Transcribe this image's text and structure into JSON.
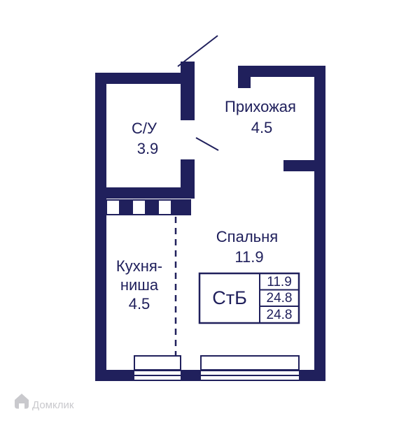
{
  "plan": {
    "rooms": {
      "bathroom": {
        "name": "С/У",
        "area": "3.9"
      },
      "hallway": {
        "name": "Прихожая",
        "area": "4.5"
      },
      "bedroom": {
        "name": "Спальня",
        "area": "11.9"
      },
      "kitchen": {
        "lines": [
          "Кухня-",
          "ниша"
        ],
        "area": "4.5"
      }
    },
    "stamp": {
      "label": "СтБ",
      "living_area": "11.9",
      "area": "24.8",
      "total_area": "24.8"
    },
    "watermark": "Домклик",
    "colors": {
      "wall": "#20205c",
      "watermark": "#c9c9cd"
    }
  }
}
